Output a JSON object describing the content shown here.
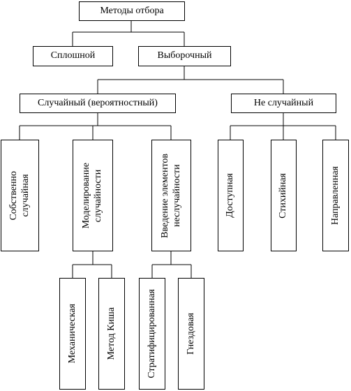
{
  "nodes": {
    "root": "Методы отбора",
    "full": "Сплошной",
    "sample": "Выборочный",
    "random": "Случайный (вероятностный)",
    "nonrandom": "Не случайный",
    "proper_random": [
      "Собственно",
      "случайная"
    ],
    "modeling": [
      "Моделирование",
      "случайности"
    ],
    "nonrandom_elements": [
      "Введение элементов",
      "неслучайности"
    ],
    "accessible": "Доступная",
    "spontaneous": "Стихийная",
    "directed": "Направленная",
    "mechanical": "Механическая",
    "kish": "Метод Киша",
    "stratified": "Стратифицированная",
    "cluster": "Гнездовая"
  }
}
